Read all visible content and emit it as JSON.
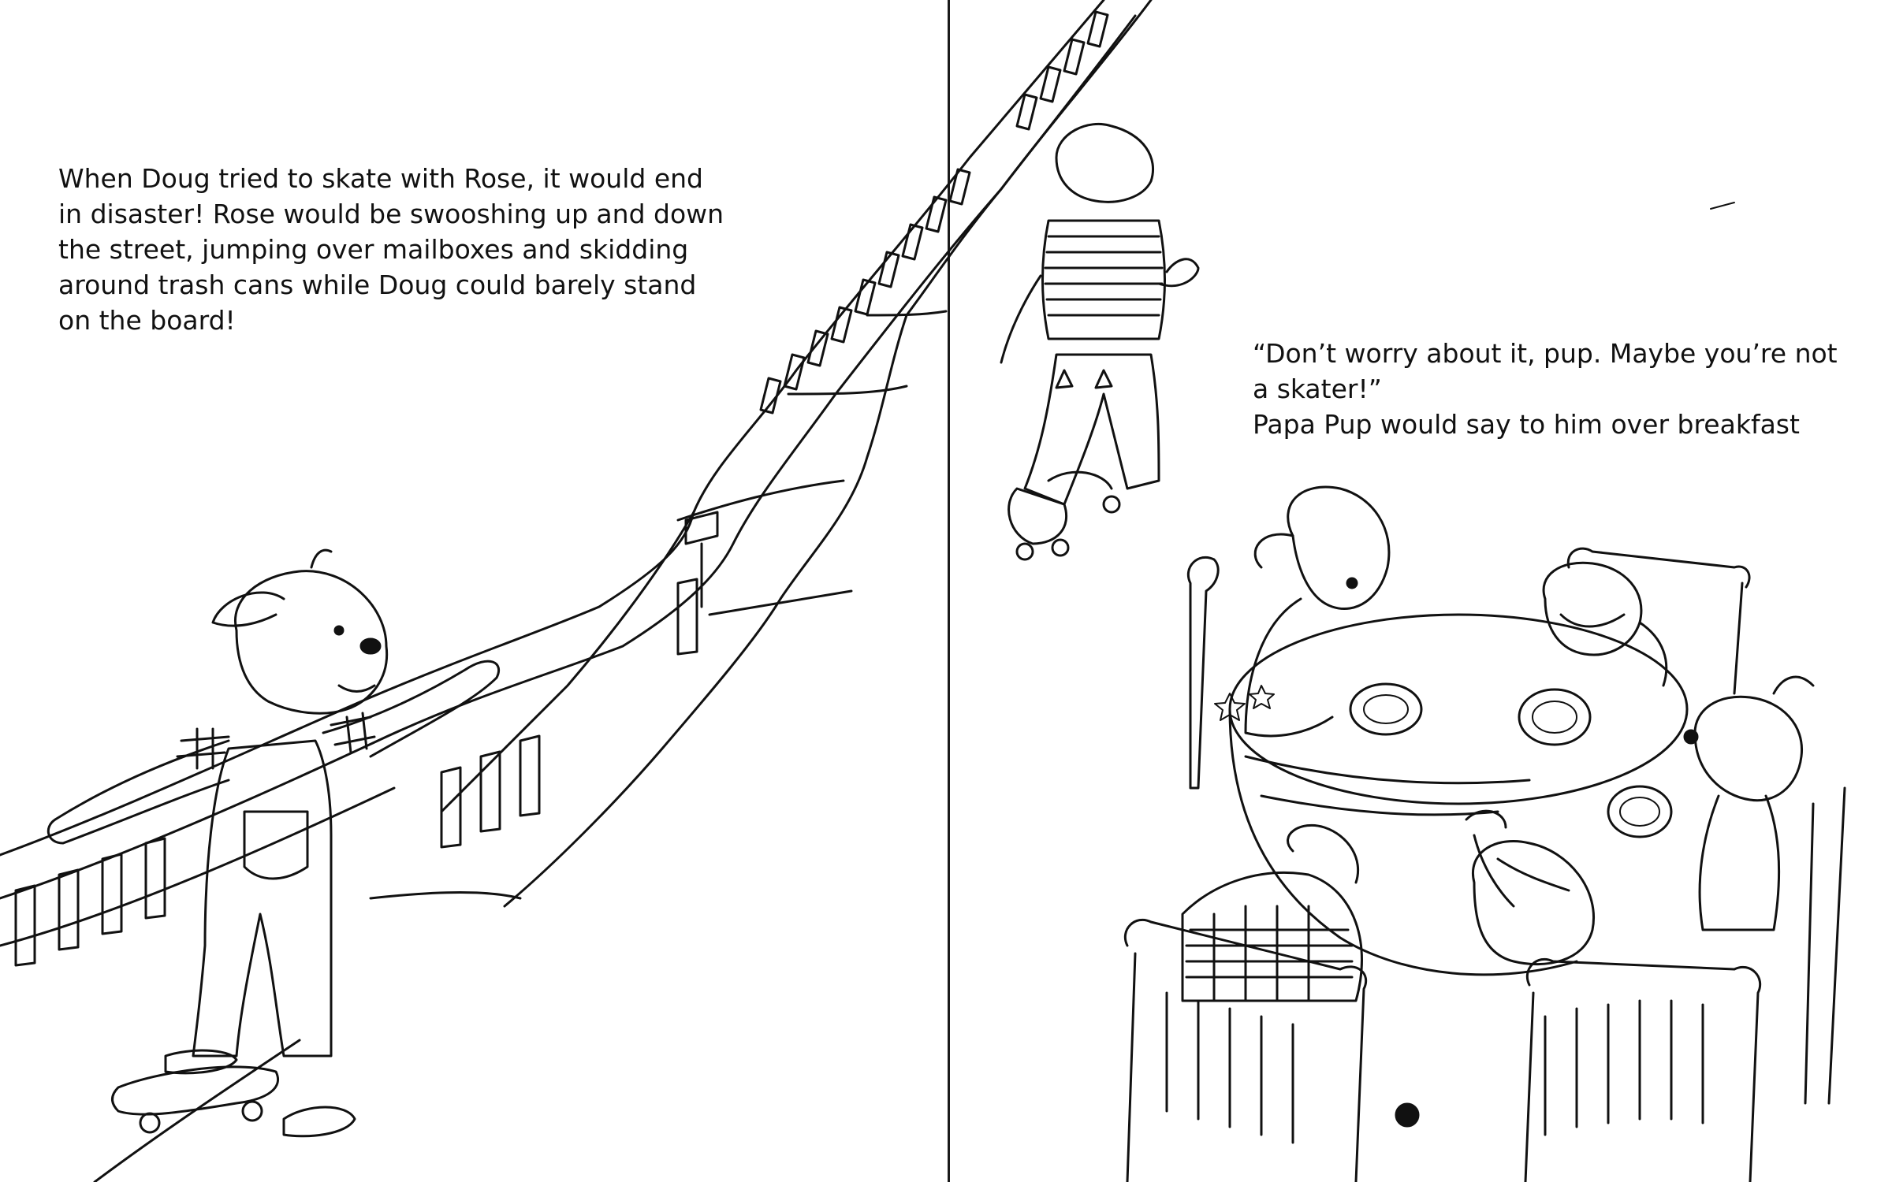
{
  "colors": {
    "ink": "#111111",
    "paper": "#ffffff"
  },
  "left_page": {
    "narration_lines": [
      "When Doug tried to skate with Rose, it would end",
      "in disaster! Rose would be swooshing up and down",
      "the street, jumping over mailboxes and skidding",
      "around trash cans while Doug could barely stand",
      "on the board!"
    ]
  },
  "right_page": {
    "quote_lines": [
      "“Don’t worry about it, pup. Maybe you’re not",
      "a skater!”",
      "Papa Pup would say to him over breakfast"
    ]
  }
}
